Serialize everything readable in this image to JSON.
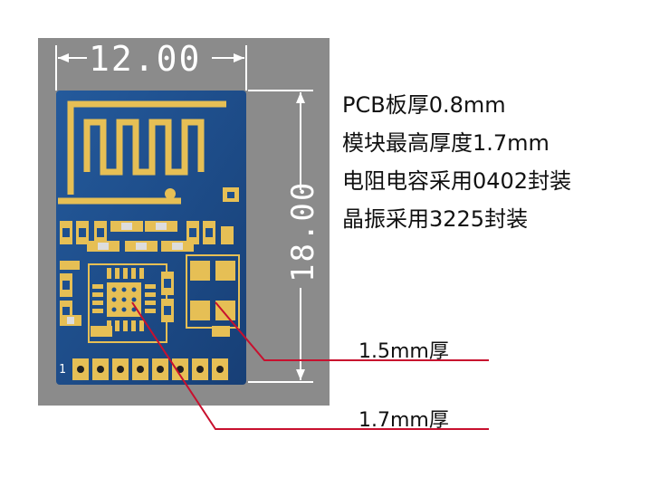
{
  "dimensions": {
    "width_label": "12.00",
    "height_label": "18.00"
  },
  "pin_marker": "1",
  "specs": [
    "PCB板厚0.8mm",
    "模块最高厚度1.7mm",
    "电阻电容采用0402封装",
    "晶振采用3225封装"
  ],
  "callouts": {
    "crystal_thickness": "1.5mm厚",
    "chip_thickness": "1.7mm厚"
  },
  "colors": {
    "pcb": "#1d4f8e",
    "pad": "#e6bf55",
    "callout_line": "#c8102e",
    "background_photo": "#8b8b8b"
  },
  "icons": [
    "pcb-antenna-icon"
  ]
}
